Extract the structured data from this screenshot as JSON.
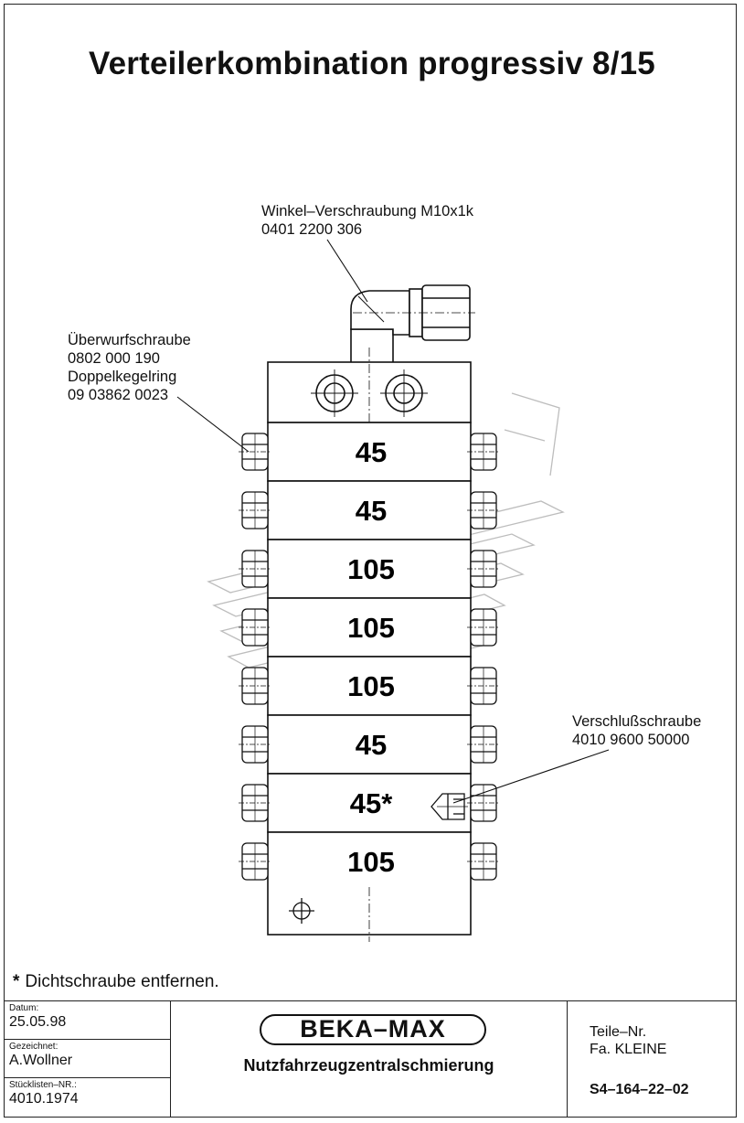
{
  "title": "Verteilerkombination progressiv 8/15",
  "labels": {
    "winkel_line1": "Winkel–Verschraubung M10x1k",
    "winkel_line2": "0401 2200 306",
    "ueberwurf_line1": "Überwurfschraube",
    "ueberwurf_line2": "0802 000 190",
    "doppel_line1": "Doppelkegelring",
    "doppel_line2": "09 03862 0023",
    "verschluss_line1": "Verschlußschraube",
    "verschluss_line2": "4010 9600 50000"
  },
  "blocks": [
    "45",
    "45",
    "105",
    "105",
    "105",
    "45",
    "45*",
    "105"
  ],
  "note": {
    "star": "*",
    "text": "Dichtschraube entfernen."
  },
  "title_block": {
    "datum_caption": "Datum:",
    "datum_value": "25.05.98",
    "gezeichnet_caption": "Gezeichnet:",
    "gezeichnet_value": "A.Wollner",
    "stueckliste_caption": "Stücklisten–NR.:",
    "stueckliste_value": "4010.1974",
    "logo": "BEKA–MAX",
    "subtitle": "Nutzfahrzeugzentralschmierung",
    "teile_line1": "Teile–Nr.",
    "teile_line2": "Fa. KLEINE",
    "part_number": "S4–164–22–02"
  }
}
